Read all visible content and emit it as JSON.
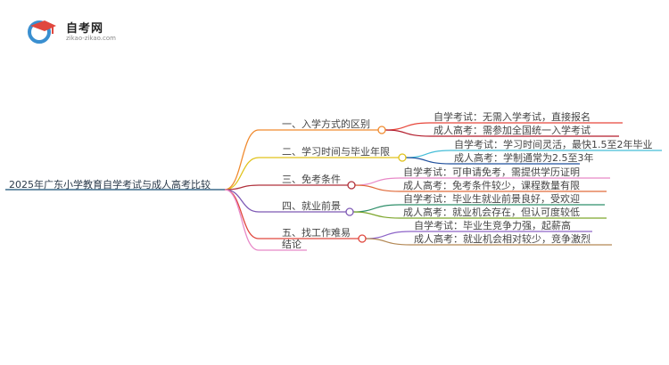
{
  "logo": {
    "name": "自考网",
    "url": "zikao-zikao.com",
    "icon": "graduation-cap-logo"
  },
  "root": {
    "label": "2025年广东小学教育自学考试与成人高考比较",
    "color": "#3d6b8c"
  },
  "branches": [
    {
      "label": "一、入学方式的区别",
      "color": "#f08a2e",
      "children": [
        {
          "label": "自学考试：无需入学考试，直接报名",
          "color": "#e7463a"
        },
        {
          "label": "成人高考：需参加全国统一入学考试",
          "color": "#b31c2c"
        }
      ]
    },
    {
      "label": "二、学习时间与毕业年限",
      "color": "#e0c21a",
      "children": [
        {
          "label": "自学考试：学习时间灵活，最快1.5至2年毕业",
          "color": "#45bdd8"
        },
        {
          "label": "成人高考：学制通常为2.5至3年",
          "color": "#1f4f9c"
        }
      ]
    },
    {
      "label": "三、免考条件",
      "color": "#b0313c",
      "children": [
        {
          "label": "自学考试：可申请免考，需提供学历证明",
          "color": "#e889c8"
        },
        {
          "label": "成人高考：免考条件较少，课程数量有限",
          "color": "#e06a3a"
        }
      ]
    },
    {
      "label": "四、就业前景",
      "color": "#7e59b5",
      "children": [
        {
          "label": "自学考试：毕业生就业前景良好，受欢迎",
          "color": "#2f8f6a"
        },
        {
          "label": "成人高考：就业机会存在，但认可度较低",
          "color": "#7da62c"
        }
      ]
    },
    {
      "label": "五、找工作难易",
      "color": "#e0473e",
      "children": [
        {
          "label": "自学考试：毕业生竞争力强，起薪高",
          "color": "#8d64c8"
        },
        {
          "label": "成人高考：就业机会相对较少，竞争激烈",
          "color": "#b38855"
        }
      ]
    },
    {
      "label": "结论",
      "color": "#e889c8",
      "children": []
    }
  ]
}
